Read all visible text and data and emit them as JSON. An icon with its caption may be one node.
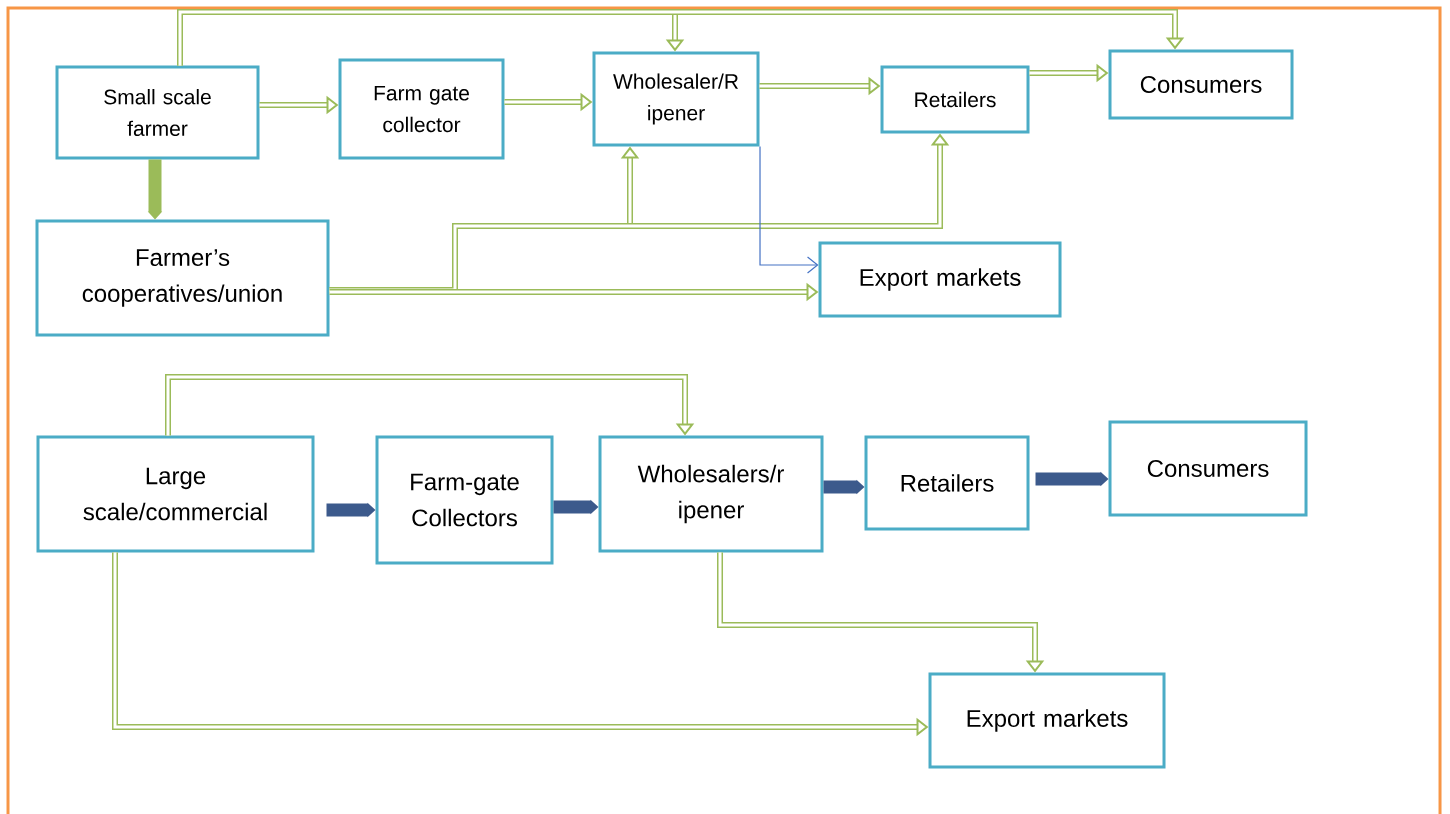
{
  "diagram": {
    "nodes": [
      {
        "text": [
          "Small scale farmer"
        ]
      },
      {
        "text": [
          "Farm gate collector"
        ]
      },
      {
        "text": [
          "Wholesaler/R ipener"
        ]
      },
      {
        "text": [
          "Retailers"
        ]
      },
      {
        "text": [
          "Consumers"
        ]
      },
      {
        "text": [
          "Farmer’s cooperatives/union"
        ]
      },
      {
        "text": [
          "Export markets"
        ]
      },
      {
        "text": [
          "Large scale/commercial"
        ]
      },
      {
        "text": [
          "Farm-gate Collectors"
        ]
      },
      {
        "text": [
          "Wholesalers/r ipener"
        ]
      },
      {
        "text": [
          "Retailers"
        ]
      },
      {
        "text": [
          "Consumers"
        ]
      },
      {
        "text": [
          "Export markets"
        ]
      }
    ],
    "edges": [
      {
        "from": 0,
        "to": 1,
        "arrow": "to"
      },
      {
        "from": 1,
        "to": 2,
        "arrow": "to"
      },
      {
        "from": 2,
        "to": 3,
        "arrow": "to"
      },
      {
        "from": 3,
        "to": 4,
        "arrow": "to"
      },
      {
        "from": 0,
        "to": 5,
        "arrow": "to",
        "style": "thick"
      },
      {
        "from": 0,
        "to": 2,
        "arrow": "to"
      },
      {
        "from": 0,
        "to": 4,
        "arrow": "to"
      },
      {
        "from": 5,
        "to": 2,
        "arrow": "to"
      },
      {
        "from": 5,
        "to": 3,
        "arrow": "to"
      },
      {
        "from": 5,
        "to": 6,
        "arrow": "to"
      },
      {
        "from": 2,
        "to": 6,
        "arrow": "to",
        "color": "#4472c4"
      },
      {
        "from": 7,
        "to": 8,
        "arrow": "to",
        "style": "thick",
        "color": "#3c5a8c"
      },
      {
        "from": 8,
        "to": 9,
        "arrow": "to",
        "style": "thick",
        "color": "#3c5a8c"
      },
      {
        "from": 9,
        "to": 10,
        "arrow": "to",
        "style": "thick",
        "color": "#3c5a8c"
      },
      {
        "from": 10,
        "to": 11,
        "arrow": "to",
        "style": "thick",
        "color": "#3c5a8c"
      },
      {
        "from": 7,
        "to": 9,
        "arrow": "to"
      },
      {
        "from": 7,
        "to": 12,
        "arrow": "to"
      },
      {
        "from": 9,
        "to": 12,
        "arrow": "to"
      }
    ]
  }
}
